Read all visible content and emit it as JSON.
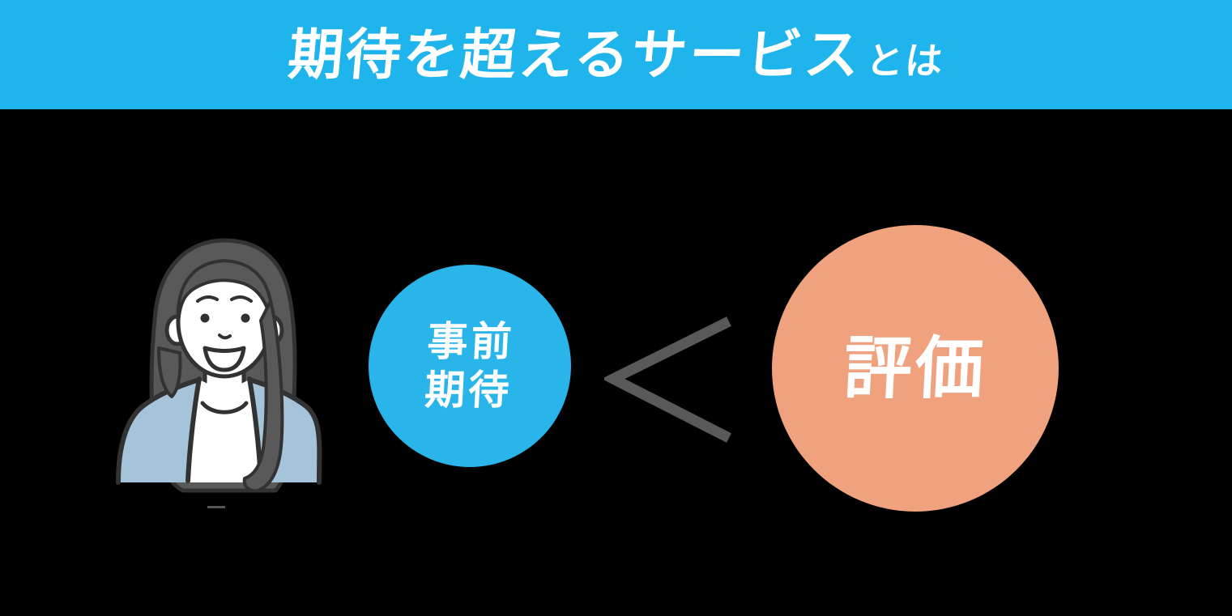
{
  "page": {
    "background": "#000000"
  },
  "banner": {
    "title_main": "期待を超えるサービス",
    "title_suffix": "とは",
    "background": "#1FB5EC",
    "text_color": "#FFFFFF"
  },
  "diagram": {
    "customer_illustration": {
      "name": "smiling-woman-customer",
      "hair_color": "#595959",
      "outline_color": "#323232",
      "skin_color": "#FFFFFF",
      "cardigan_color": "#A6C4D9"
    },
    "expectation_circle": {
      "label_line1": "事前",
      "label_line2": "期待",
      "fill": "#29B5EA",
      "text_color": "#FFFFFF"
    },
    "comparison": {
      "symbol": "<",
      "color": "#595959"
    },
    "evaluation_circle": {
      "label": "評価",
      "fill": "#F0A27E",
      "text_color": "#FFFFFF"
    }
  }
}
